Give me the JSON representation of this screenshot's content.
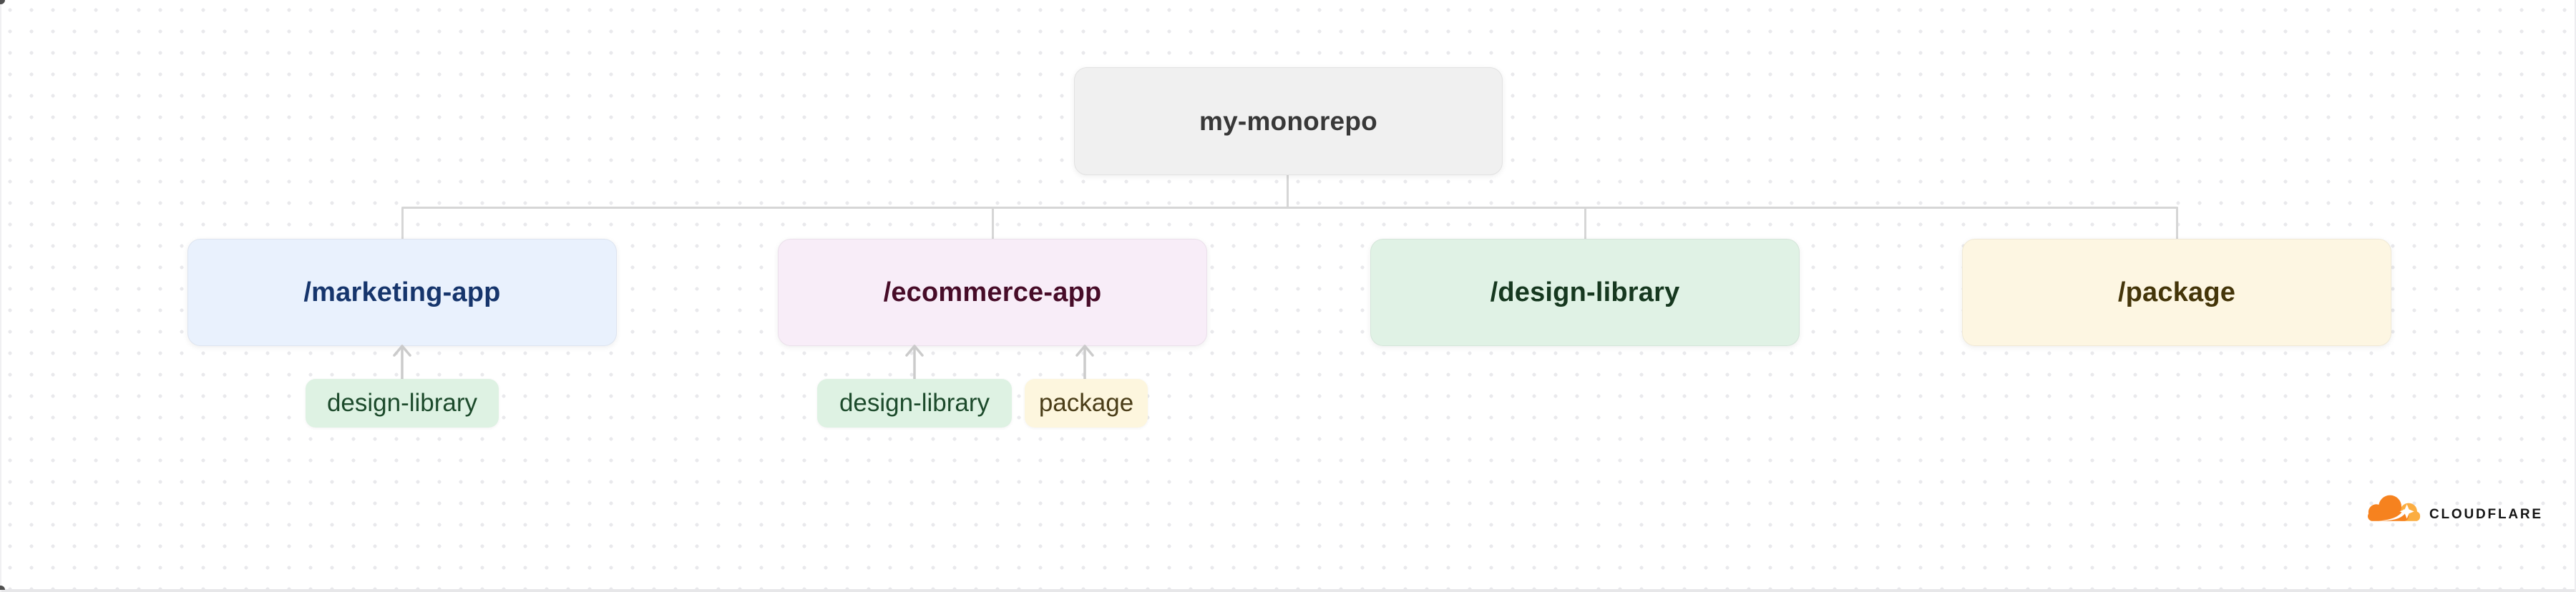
{
  "canvas": {
    "background": "#ffffff",
    "dot_color": "#e9e9ec",
    "connector_color": "#d6d6d6"
  },
  "tree": {
    "root": {
      "label": "my-monorepo",
      "bg": "#f0f0f0",
      "text_color": "#383838"
    },
    "children": [
      {
        "label": "/marketing-app",
        "bg": "#e9f1fd",
        "text_color": "#16356c"
      },
      {
        "label": "/ecommerce-app",
        "bg": "#f8edf8",
        "text_color": "#470c28"
      },
      {
        "label": "/design-library",
        "bg": "#e0f2e5",
        "text_color": "#16381f"
      },
      {
        "label": "/package",
        "bg": "#fdf6e2",
        "text_color": "#443509"
      }
    ],
    "tags": [
      {
        "parent": "/marketing-app",
        "label": "design-library",
        "bg": "#def2e3",
        "text_color": "#1c4a2b"
      },
      {
        "parent": "/ecommerce-app",
        "label": "design-library",
        "bg": "#def2e3",
        "text_color": "#1c4a2b"
      },
      {
        "parent": "/ecommerce-app",
        "label": "package",
        "bg": "#fdf6de",
        "text_color": "#4a3d18"
      }
    ]
  },
  "branding": {
    "wordmark": "CLOUDFLARE",
    "cloud_primary": "#f6821f",
    "cloud_secondary": "#fbad41",
    "wordmark_color": "#151515"
  }
}
